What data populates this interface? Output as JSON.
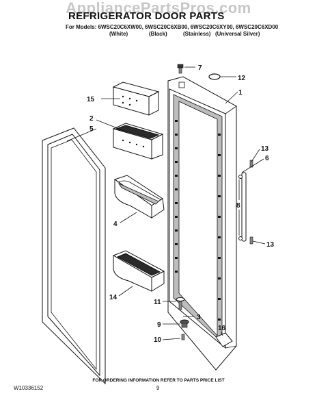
{
  "watermark": "AppliancePartsPros.com",
  "title": "REFRIGERATOR DOOR PARTS",
  "models": "For Models: 6WSC20C6XW00, 6WSC20C6XB00, 6WSC20C6XY00, 6WSC20C6XD00",
  "model_colors": [
    "(White)",
    "(Black)",
    "(Stainless)",
    "(Universal Silver)"
  ],
  "footer_note": "FOR ORDERING INFORMATION REFER TO PARTS PRICE LIST",
  "doc_number": "W10336152",
  "page_number": "9",
  "callouts": {
    "c7": "7",
    "c12": "12",
    "c1": "1",
    "c15": "15",
    "c2": "2",
    "c5": "5",
    "c13a": "13",
    "c6": "6",
    "c8": "8",
    "c13b": "13",
    "c4": "4",
    "c14": "14",
    "c11": "11",
    "c3": "3",
    "c9": "9",
    "c16": "16",
    "c10": "10"
  }
}
